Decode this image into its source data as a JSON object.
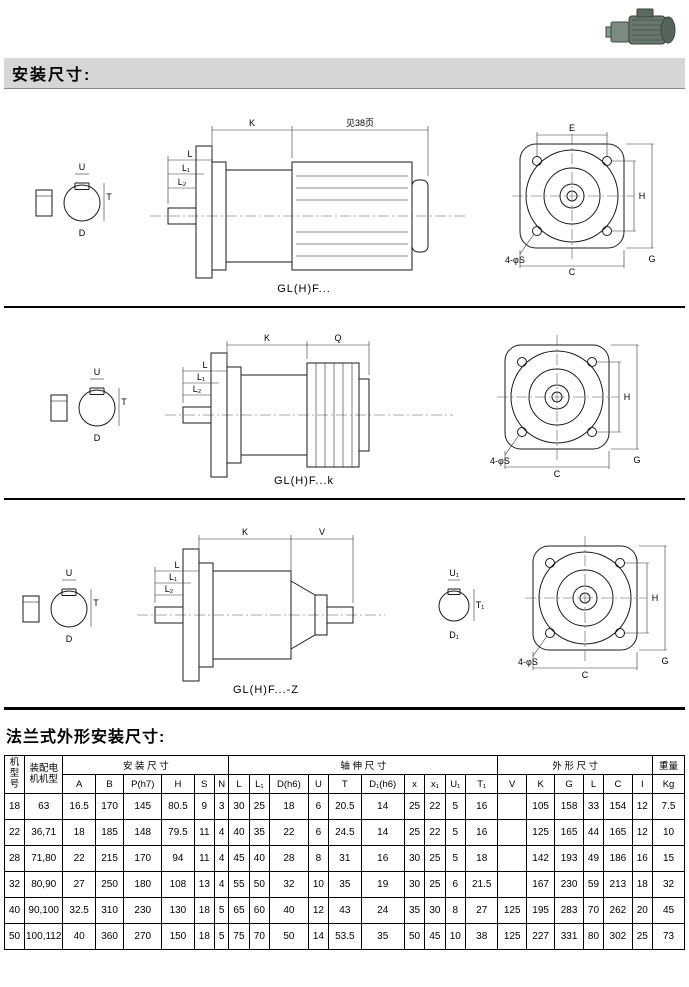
{
  "sections": {
    "install_title": "安装尺寸:",
    "flange_title": "法兰式外形安装尺寸:"
  },
  "drawings": [
    {
      "caption": "GL(H)F...",
      "dim_top1": "K",
      "dim_top2": "见38页",
      "dim_L": "L",
      "dim_L1": "L₁",
      "dim_L2": "L₂",
      "lbl_U": "U",
      "lbl_T": "T",
      "lbl_D": "D",
      "flg_E": "E",
      "flg_H": "H",
      "flg_G": "G",
      "flg_C": "C",
      "flg_holes": "4-φS"
    },
    {
      "caption": "GL(H)F...k",
      "dim_top1": "K",
      "dim_top2": "Q",
      "dim_L": "L",
      "dim_L1": "L₁",
      "dim_L2": "L₂",
      "lbl_U": "U",
      "lbl_T": "T",
      "lbl_D": "D",
      "flg_H": "H",
      "flg_G": "G",
      "flg_C": "C",
      "flg_holes": "4-φS"
    },
    {
      "caption": "GL(H)F...-Z",
      "dim_top1": "K",
      "dim_top2": "V",
      "dim_L": "L",
      "dim_L1": "L₁",
      "dim_L2": "L₂",
      "lbl_U": "U",
      "lbl_T": "T",
      "lbl_D": "D",
      "lbl_U1": "U₁",
      "lbl_T1": "T₁",
      "lbl_D1": "D₁",
      "flg_H": "H",
      "flg_G": "G",
      "flg_C": "C",
      "flg_holes": "4-φS"
    }
  ],
  "table": {
    "group_headers": [
      "机型号",
      "装配电机机型",
      "安 装 尺 寸",
      "轴 伸 尺 寸",
      "外 形 尺 寸",
      "重量"
    ],
    "sub_headers": [
      "A",
      "B",
      "P(h7)",
      "H",
      "S",
      "N",
      "L",
      "L₁",
      "D(h6)",
      "U",
      "T",
      "D₁(h6)",
      "x",
      "x₁",
      "U₁",
      "T₁",
      "V",
      "K",
      "G",
      "L",
      "C",
      "I",
      "Kg"
    ],
    "rows": [
      [
        "18",
        "63",
        "16.5",
        "170",
        "145",
        "80.5",
        "9",
        "3",
        "30",
        "25",
        "18",
        "6",
        "20.5",
        "14",
        "25",
        "22",
        "5",
        "16",
        "",
        "105",
        "158",
        "33",
        "154",
        "12",
        "7.5"
      ],
      [
        "22",
        "36,71",
        "18",
        "185",
        "148",
        "79.5",
        "11",
        "4",
        "40",
        "35",
        "22",
        "6",
        "24.5",
        "14",
        "25",
        "22",
        "5",
        "16",
        "",
        "125",
        "165",
        "44",
        "165",
        "12",
        "10"
      ],
      [
        "28",
        "71,80",
        "22",
        "215",
        "170",
        "94",
        "11",
        "4",
        "45",
        "40",
        "28",
        "8",
        "31",
        "16",
        "30",
        "25",
        "5",
        "18",
        "",
        "142",
        "193",
        "49",
        "186",
        "16",
        "15"
      ],
      [
        "32",
        "80,90",
        "27",
        "250",
        "180",
        "108",
        "13",
        "4",
        "55",
        "50",
        "32",
        "10",
        "35",
        "19",
        "30",
        "25",
        "6",
        "21.5",
        "",
        "167",
        "230",
        "59",
        "213",
        "18",
        "32"
      ],
      [
        "40",
        "90,100",
        "32.5",
        "310",
        "230",
        "130",
        "18",
        "5",
        "65",
        "60",
        "40",
        "12",
        "43",
        "24",
        "35",
        "30",
        "8",
        "27",
        "125",
        "195",
        "283",
        "70",
        "262",
        "20",
        "45"
      ],
      [
        "50",
        "100,112",
        "40",
        "360",
        "270",
        "150",
        "18",
        "5",
        "75",
        "70",
        "50",
        "14",
        "53.5",
        "35",
        "50",
        "45",
        "10",
        "38",
        "125",
        "227",
        "331",
        "80",
        "302",
        "25",
        "73"
      ]
    ]
  },
  "colors": {
    "title_bar_bg": "#d6d6d6",
    "line": "#000000"
  }
}
